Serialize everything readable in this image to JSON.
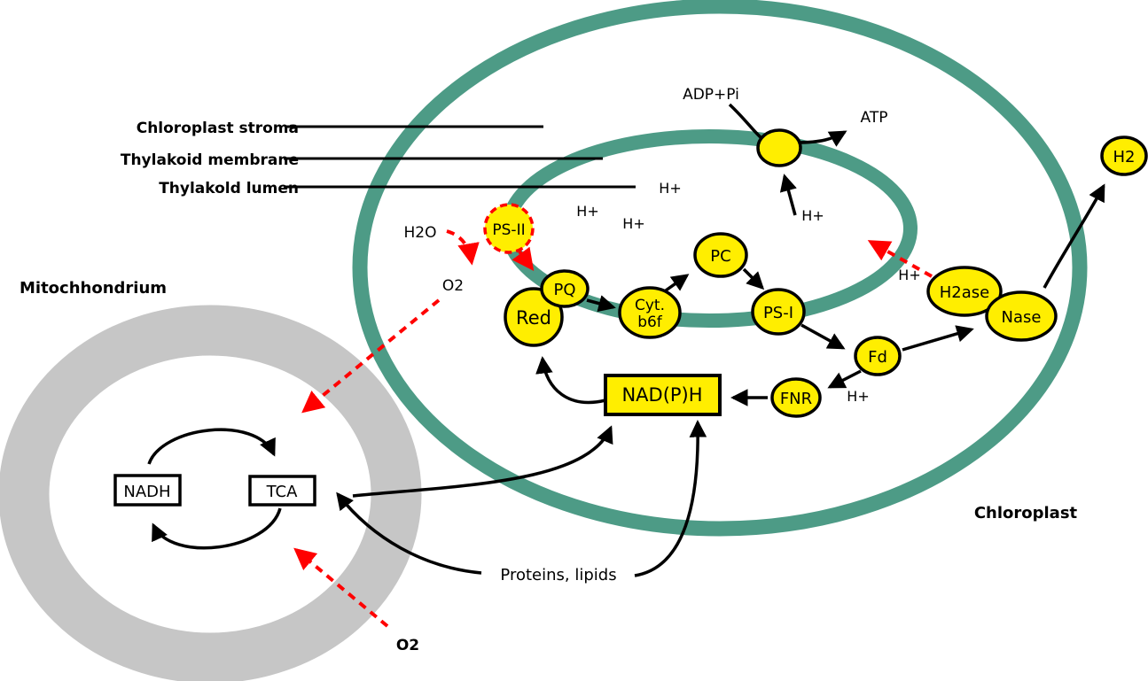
{
  "colors": {
    "membrane_green": "#4D9B86",
    "mito_gray": "#C6C6C6",
    "node_yellow": "#FFEE00",
    "red": "#FF0000",
    "black": "#000000",
    "box_white": "#FFFFFF"
  },
  "labels": {
    "chloroplast_stroma": "Chloroplast stroma",
    "thylakoid_membrane": "Thylakoid membrane",
    "thylakoid_lumen": "Thylakold lumen",
    "mitochondrium": "Mitochhondrium",
    "chloroplast": "Chloroplast",
    "proteins_lipids": "Proteins, lipids",
    "adp_pi": "ADP+Pi",
    "atp": "ATP",
    "h_plus": "H+",
    "h2o": "H2O",
    "o2": "O2",
    "h2": "H2"
  },
  "nodes": {
    "ps2": "PS-II",
    "pq": "PQ",
    "red_node": "Red",
    "cyt_line1": "Cyt.",
    "cyt_line2": "b6f",
    "pc": "PC",
    "ps1": "PS-I",
    "fd": "Fd",
    "fnr": "FNR",
    "nadph": "NAD(P)H",
    "h2ase": "H2ase",
    "nase": "Nase",
    "h2_node": "H2",
    "nadh": "NADH",
    "tca": "TCA"
  }
}
